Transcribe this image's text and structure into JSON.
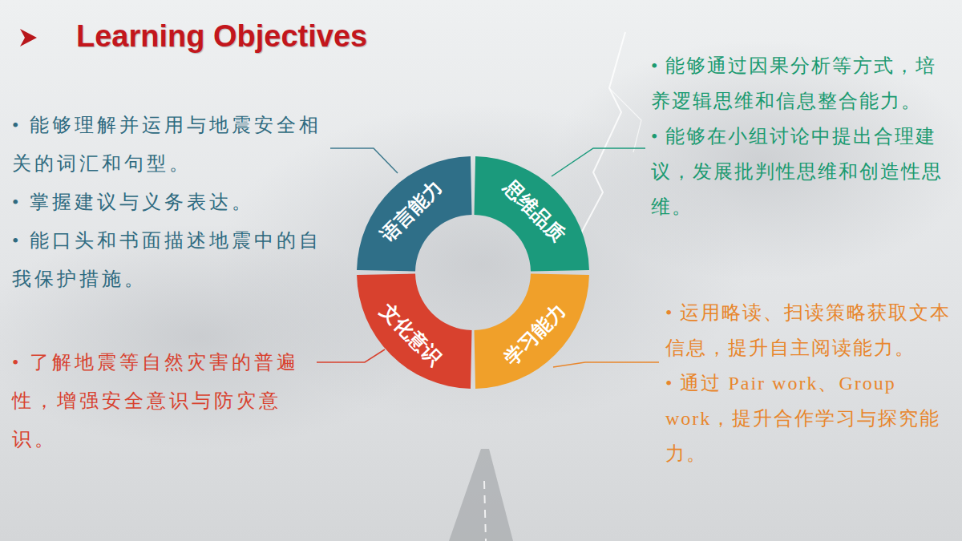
{
  "diagram": {
    "title": "Learning Objectives",
    "nodes": [
      {
        "text": [
          "语言能力"
        ]
      },
      {
        "text": [
          "思维品质"
        ]
      },
      {
        "text": [
          "学习能力"
        ]
      },
      {
        "text": [
          "文化意识"
        ]
      }
    ],
    "labels": [
      "• 能够理解并运用与地震安全相关的词汇和句型。",
      "• 掌握建议与义务表达。",
      "• 能口头和书面描述地震中的自我保护措施。",
      "• 能够通过因果分析等方式，培养逻辑思维和信息整合能力。",
      "• 能够在小组讨论中提出合理建议，发展批判性思维和创造性思维。",
      "• 运用略读、扫读策略获取文本信息，提升自主阅读能力。",
      "• 通过 Pair work、Group work，提升合作学习与探究能力。",
      "• 了解地震等自然灾害的普遍性，增强安全意识与防灾意识。"
    ]
  }
}
